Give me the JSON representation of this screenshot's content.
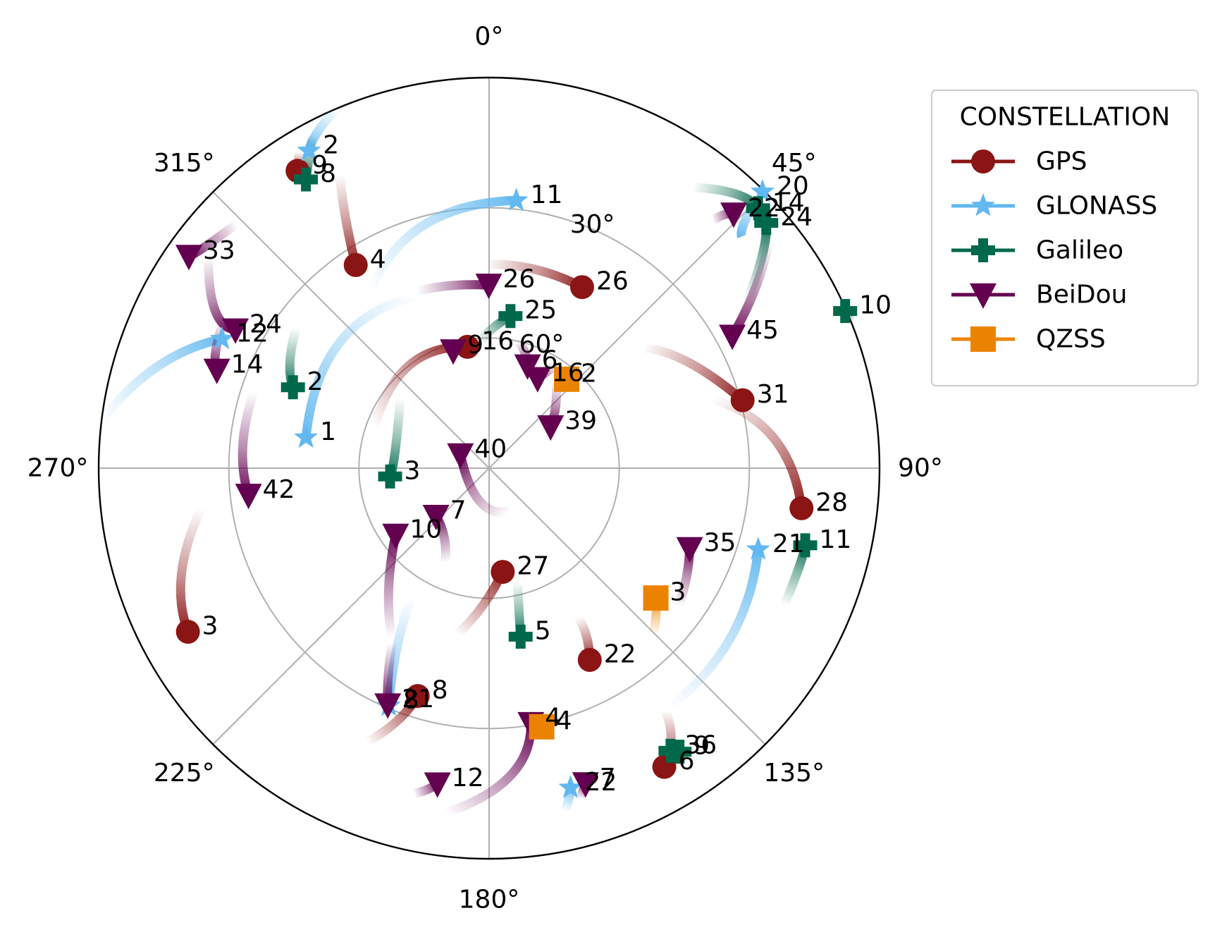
{
  "chart_data": {
    "type": "scatter",
    "projection": "polar-skyplot",
    "azimuth_ticks": [
      {
        "deg": 0,
        "label": "0°"
      },
      {
        "deg": 45,
        "label": "45°"
      },
      {
        "deg": 90,
        "label": "90°"
      },
      {
        "deg": 135,
        "label": "135°"
      },
      {
        "deg": 180,
        "label": "180°"
      },
      {
        "deg": 225,
        "label": "225°"
      },
      {
        "deg": 270,
        "label": "270°"
      },
      {
        "deg": 315,
        "label": "315°"
      }
    ],
    "elevation_rings": [
      {
        "elev": 30,
        "label": "30°"
      },
      {
        "elev": 60,
        "label": "60°"
      }
    ],
    "elevation_range": [
      0,
      90
    ],
    "grid": true,
    "legend": {
      "title": "CONSTELLATION",
      "placement": "right"
    },
    "series": [
      {
        "name": "GPS",
        "marker": "circle",
        "color": "#8b1414",
        "satellites": [
          {
            "prn": "9",
            "az": 327.2,
            "elev": 8.5,
            "track": [
              [
                329,
                5
              ],
              [
                327.2,
                8.5
              ]
            ]
          },
          {
            "prn": "4",
            "az": 326.7,
            "elev": 34.0,
            "track": [
              [
                333,
                14
              ],
              [
                330,
                24
              ],
              [
                326.7,
                34.0
              ]
            ]
          },
          {
            "prn": "16",
            "az": 349.9,
            "elev": 61.6,
            "track": [
              [
                290,
                62
              ],
              [
                322,
                60
              ],
              [
                349.9,
                61.6
              ]
            ]
          },
          {
            "prn": "26",
            "az": 27.2,
            "elev": 43.1,
            "track": [
              [
                359,
                43
              ],
              [
                13,
                43
              ],
              [
                27.2,
                43.1
              ]
            ]
          },
          {
            "prn": "31",
            "az": 75.0,
            "elev": 29.5,
            "track": [
              [
                52,
                45
              ],
              [
                62,
                38
              ],
              [
                75.0,
                29.5
              ]
            ]
          },
          {
            "prn": "28",
            "az": 97.3,
            "elev": 17.4,
            "track": [
              [
                73,
                36
              ],
              [
                84,
                24
              ],
              [
                97.3,
                17.4
              ]
            ]
          },
          {
            "prn": "3",
            "az": 241.5,
            "elev": 11.0,
            "track": [
              [
                262,
                23
              ],
              [
                251,
                15
              ],
              [
                241.5,
                11.0
              ]
            ]
          },
          {
            "prn": "27",
            "az": 172.5,
            "elev": 65.9,
            "track": [
              [
                191,
                51
              ],
              [
                183,
                58
              ],
              [
                172.5,
                65.9
              ]
            ]
          },
          {
            "prn": "8",
            "az": 197.4,
            "elev": 35.0,
            "track": [
              [
                204,
                21
              ],
              [
                200,
                28
              ],
              [
                197.4,
                35.0
              ]
            ]
          },
          {
            "prn": "22",
            "az": 152.3,
            "elev": 40.1,
            "track": [
              [
                149,
                50
              ],
              [
                150,
                45
              ],
              [
                152.3,
                40.1
              ]
            ]
          },
          {
            "prn": "6",
            "az": 149.6,
            "elev": 10.2,
            "track": [
              [
                144,
                21
              ],
              [
                146,
                15
              ],
              [
                149.6,
                10.2
              ]
            ]
          }
        ]
      },
      {
        "name": "GLONASS",
        "marker": "star",
        "color": "#62b8f0",
        "satellites": [
          {
            "prn": "2",
            "az": 330.4,
            "elev": 5.9,
            "track": [
              [
                337,
                0
              ],
              [
                333,
                3
              ],
              [
                330.4,
                5.9
              ]
            ]
          },
          {
            "prn": "11",
            "az": 5.8,
            "elev": 28.0,
            "track": [
              [
                326,
                41
              ],
              [
                345,
                32
              ],
              [
                5.8,
                28.0
              ]
            ]
          },
          {
            "prn": "12",
            "az": 295.8,
            "elev": 21.6,
            "track": [
              [
                277,
                0
              ],
              [
                287,
                10
              ],
              [
                295.8,
                21.6
              ]
            ]
          },
          {
            "prn": "1",
            "az": 279.5,
            "elev": 47.2,
            "track": [
              [
                337,
                47
              ],
              [
                310,
                45
              ],
              [
                279.5,
                47.2
              ]
            ]
          },
          {
            "prn": "20",
            "az": 44.7,
            "elev": 0.4,
            "track": [
              [
                44.7,
                0.4
              ],
              [
                46,
                8
              ],
              [
                47.5,
                11
              ]
            ]
          },
          {
            "prn": "21",
            "az": 106.8,
            "elev": 25.2,
            "track": [
              [
                143,
                21
              ],
              [
                125,
                22
              ],
              [
                106.8,
                25.2
              ]
            ]
          },
          {
            "prn": "8",
            "az": 202.9,
            "elev": 30.6,
            "track": [
              [
                211,
                55
              ],
              [
                207,
                43
              ],
              [
                202.9,
                30.6
              ]
            ]
          },
          {
            "prn": "22",
            "az": 165.7,
            "elev": 14.0,
            "track": [
              [
                167.5,
                9
              ],
              [
                166.5,
                11.5
              ],
              [
                165.7,
                14.0
              ]
            ]
          }
        ]
      },
      {
        "name": "Galileo",
        "marker": "plus",
        "color": "#00684b",
        "satellites": [
          {
            "prn": "8",
            "az": 327.6,
            "elev": 11.2,
            "track": [
              [
                332,
                3
              ],
              [
                330,
                7
              ],
              [
                327.6,
                11.2
              ]
            ]
          },
          {
            "prn": "25",
            "az": 8.0,
            "elev": 54.6,
            "track": [
              [
                356,
                61
              ],
              [
                1,
                58
              ],
              [
                8.0,
                54.6
              ]
            ]
          },
          {
            "prn": "2",
            "az": 292.4,
            "elev": 41.1,
            "track": [
              [
                306,
                35
              ],
              [
                298,
                38
              ],
              [
                292.4,
                41.1
              ]
            ]
          },
          {
            "prn": "3",
            "az": 265.2,
            "elev": 67.1,
            "track": [
              [
                308,
                64
              ],
              [
                280,
                68
              ],
              [
                265.2,
                67.1
              ]
            ]
          },
          {
            "prn": "14",
            "az": 46.0,
            "elev": 3.8,
            "track": [
              [
                36,
                10
              ],
              [
                42,
                5
              ],
              [
                46.0,
                3.8
              ]
            ]
          },
          {
            "prn": "24",
            "az": 48.5,
            "elev": 4.7,
            "track": [
              [
                57,
                19
              ],
              [
                52,
                10
              ],
              [
                48.5,
                4.7
              ]
            ]
          },
          {
            "prn": "10",
            "az": 66.2,
            "elev": 0.3,
            "track": [
              [
                68,
                0
              ],
              [
                67,
                0.2
              ],
              [
                66.2,
                0.3
              ]
            ]
          },
          {
            "prn": "11",
            "az": 103.7,
            "elev": 15.0,
            "track": [
              [
                115,
                15
              ],
              [
                108,
                15
              ],
              [
                103.7,
                15.0
              ]
            ]
          },
          {
            "prn": "5",
            "az": 169.4,
            "elev": 50.5,
            "track": [
              [
                166,
                63
              ],
              [
                168,
                57
              ],
              [
                169.4,
                50.5
              ]
            ]
          },
          {
            "prn": "36",
            "az": 147.3,
            "elev": 12.6,
            "track": [
              [
                146.6,
                9
              ],
              [
                147,
                11
              ],
              [
                147.3,
                12.6
              ]
            ]
          },
          {
            "prn": "9",
            "az": 146.1,
            "elev": 11.3,
            "track": [
              [
                146,
                9
              ],
              [
                146,
                10.5
              ],
              [
                146.1,
                11.3
              ]
            ]
          }
        ]
      },
      {
        "name": "BeiDou",
        "marker": "triangle-down",
        "color": "#640050",
        "satellites": [
          {
            "prn": "33",
            "az": 305.2,
            "elev": 5.3,
            "track": [
              [
                314,
                9
              ],
              [
                308,
                7
              ],
              [
                305.2,
                5.3
              ]
            ]
          },
          {
            "prn": "24",
            "az": 298.6,
            "elev": 23.4,
            "track": [
              [
                307,
                9
              ],
              [
                300,
                17
              ],
              [
                298.6,
                23.4
              ]
            ]
          },
          {
            "prn": "26",
            "az": 359.9,
            "elev": 47.8,
            "track": [
              [
                338,
                46
              ],
              [
                348,
                47
              ],
              [
                359.9,
                47.8
              ]
            ]
          },
          {
            "prn": "9",
            "az": 343.0,
            "elev": 61.7,
            "track": [
              [
                353,
                61
              ],
              [
                348,
                61.5
              ],
              [
                343.0,
                61.7
              ]
            ]
          },
          {
            "prn": "6",
            "az": 20.6,
            "elev": 64.8,
            "track": [
              [
                13,
                60
              ],
              [
                17,
                62
              ],
              [
                20.6,
                64.8
              ]
            ]
          },
          {
            "prn": "16",
            "az": 28.4,
            "elev": 66.5,
            "track": [
              [
                33,
                62
              ],
              [
                31,
                64
              ],
              [
                28.4,
                66.5
              ]
            ]
          },
          {
            "prn": "39",
            "az": 56.0,
            "elev": 72.9,
            "track": [
              [
                38,
                65
              ],
              [
                47,
                69
              ],
              [
                56.0,
                72.9
              ]
            ]
          },
          {
            "prn": "14",
            "az": 289.8,
            "elev": 23.3,
            "track": [
              [
                299,
                20
              ],
              [
                293,
                21.5
              ],
              [
                289.8,
                23.3
              ]
            ]
          },
          {
            "prn": "42",
            "az": 263.6,
            "elev": 34.2,
            "track": [
              [
                288,
                33
              ],
              [
                275,
                33
              ],
              [
                263.6,
                34.2
              ]
            ]
          },
          {
            "prn": "22",
            "az": 43.9,
            "elev": 8.7,
            "track": [
              [
                42,
                13
              ],
              [
                43,
                10
              ],
              [
                43.9,
                8.7
              ]
            ]
          },
          {
            "prn": "45",
            "az": 61.5,
            "elev": 26.2,
            "track": [
              [
                51,
                7
              ],
              [
                56,
                16
              ],
              [
                61.5,
                26.2
              ]
            ]
          },
          {
            "prn": "40",
            "az": 295.1,
            "elev": 82.7,
            "track": [
              [
                154,
                79
              ],
              [
                195,
                82
              ],
              [
                295.1,
                82.7
              ]
            ]
          },
          {
            "prn": "7",
            "az": 227.9,
            "elev": 73.5,
            "track": [
              [
                205,
                66
              ],
              [
                213,
                71
              ],
              [
                227.9,
                73.5
              ]
            ]
          },
          {
            "prn": "10",
            "az": 234.4,
            "elev": 63.5,
            "track": [
              [
                210,
                45
              ],
              [
                220,
                54
              ],
              [
                234.4,
                63.5
              ]
            ]
          },
          {
            "prn": "35",
            "az": 111.8,
            "elev": 40.2,
            "track": [
              [
                126,
                36
              ],
              [
                119,
                38
              ],
              [
                111.8,
                40.2
              ]
            ]
          },
          {
            "prn": "21",
            "az": 203.2,
            "elev": 30.7,
            "track": [
              [
                209,
                44
              ],
              [
                206,
                37
              ],
              [
                203.2,
                30.7
              ]
            ]
          },
          {
            "prn": "4",
            "az": 170.7,
            "elev": 30.4,
            "track": [
              [
                187,
                10
              ],
              [
                176,
                19
              ],
              [
                170.7,
                30.4
              ]
            ]
          },
          {
            "prn": "12",
            "az": 189.3,
            "elev": 16.3,
            "track": [
              [
                193,
                13
              ],
              [
                191,
                14.5
              ],
              [
                189.3,
                16.3
              ]
            ]
          },
          {
            "prn": "7",
            "az": 163.0,
            "elev": 14.0,
            "track": [
              [
                164.5,
                11
              ],
              [
                163.8,
                12.5
              ],
              [
                163.0,
                14.0
              ]
            ]
          }
        ]
      },
      {
        "name": "QZSS",
        "marker": "square",
        "color": "#ec8300",
        "satellites": [
          {
            "prn": "2",
            "az": 41.1,
            "elev": 62.8,
            "track": [
              [
                41.1,
                62.8
              ]
            ]
          },
          {
            "prn": "3",
            "az": 127.9,
            "elev": 41.3,
            "track": [
              [
                135.5,
                36
              ],
              [
                131,
                39
              ],
              [
                127.9,
                41.3
              ]
            ]
          },
          {
            "prn": "4",
            "az": 168.5,
            "elev": 29.2,
            "track": [
              [
                171,
                33
              ],
              [
                169.5,
                31
              ],
              [
                168.5,
                29.2
              ]
            ]
          }
        ]
      }
    ]
  }
}
